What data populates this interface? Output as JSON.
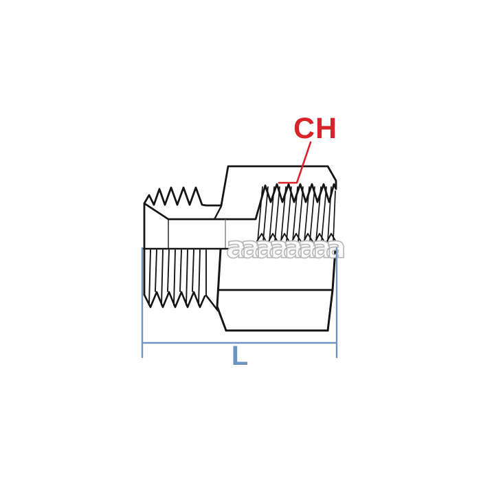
{
  "page": {
    "background": "#ffffff"
  },
  "diagram": {
    "type": "technical-drawing",
    "callout": {
      "label": "CH",
      "color": "#d8232b"
    },
    "dimension": {
      "label": "L",
      "color": "#6e94c4"
    },
    "watermark": {
      "text": "aaaaaaaa",
      "outline_color": "#b8b8b8"
    },
    "line_color": "#151515"
  }
}
